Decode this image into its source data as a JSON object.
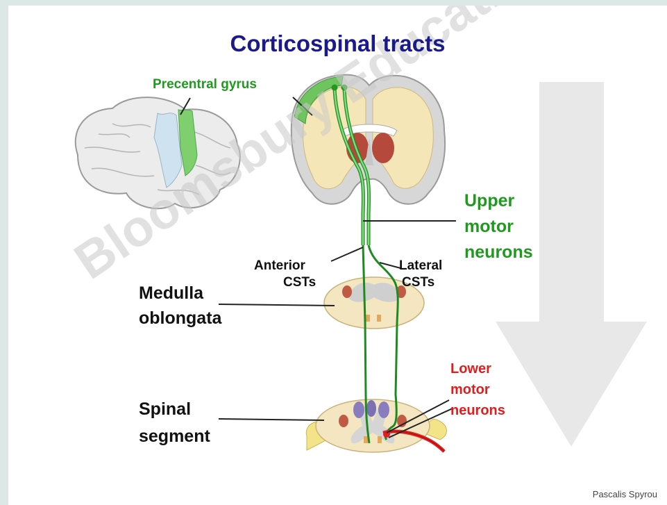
{
  "title": "Corticospinal tracts",
  "labels": {
    "precentral_gyrus": "Precentral gyrus",
    "upper_motor_line1": "Upper",
    "upper_motor_line2": "motor",
    "upper_motor_line3": "neurons",
    "anterior_line1": "Anterior",
    "anterior_line2": "CSTs",
    "lateral_line1": "Lateral",
    "lateral_line2": "CSTs",
    "medulla_line1": "Medulla",
    "medulla_line2": "oblongata",
    "spinal_line1": "Spinal",
    "spinal_line2": "segment",
    "lower_motor_line1": "Lower",
    "lower_motor_line2": "motor",
    "lower_motor_line3": "neurons"
  },
  "watermark": "Bloomsbury Educational Ltd",
  "credit": "Pascalis Spyrou",
  "colors": {
    "title": "#1a1a8c",
    "tract": "#2fb52f",
    "lower_neuron": "#e01e1e",
    "arrow": "#e6e6e6"
  }
}
